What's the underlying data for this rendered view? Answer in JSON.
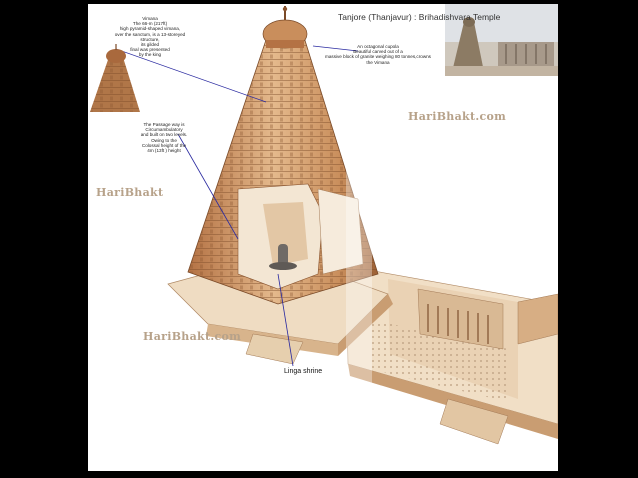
{
  "title": "Tanjore (Thanjavur) : Brihadishvara Temple",
  "watermarks": [
    "HariBhakt.com",
    "HariBhakt",
    "HariBhakt.com"
  ],
  "annotations": {
    "vimana": [
      "Vimana",
      "The 66-m (217ft)",
      "high pyramid-shaped vimana,",
      "over the sanctum, is a 13-storeyed structure,",
      "its gilded",
      "final was presented",
      "by the king"
    ],
    "cupola": [
      "An octagonal cupola",
      "Beautiful carved out of a",
      "massive block of granite weighing 80 tonnes,crowns",
      "the Vimana"
    ],
    "passage": [
      "The Passage way is",
      "Circumambulatory",
      "and built on two levels.",
      "Owing to the",
      "Colossal height of the",
      "4m (13ft ) height"
    ],
    "linga_shrine": "Linga shrine"
  },
  "colors": {
    "stone_light": "#e9cba4",
    "stone_mid": "#c98e5c",
    "stone_dark": "#8a5530",
    "plinth": "#efdcc2",
    "wm": "#b7a28a"
  }
}
